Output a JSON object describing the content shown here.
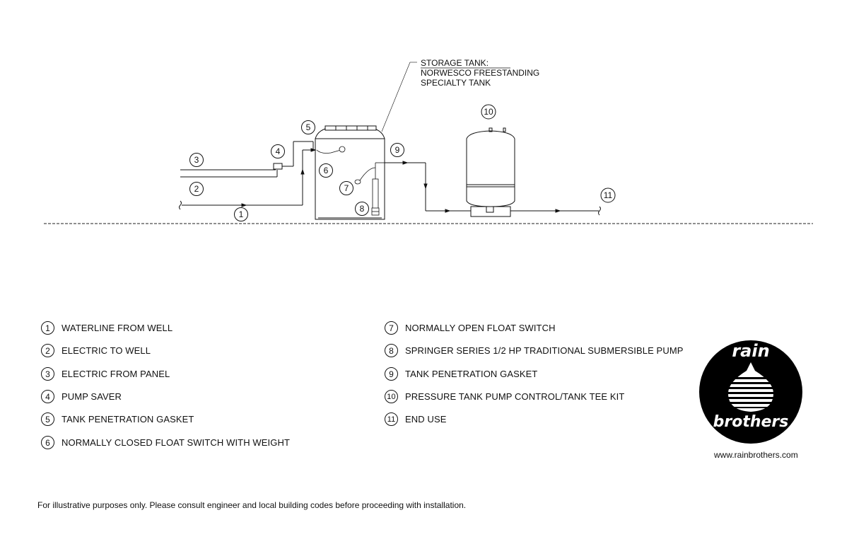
{
  "diagram": {
    "storage_tank_callout": [
      "STORAGE TANK:",
      "NORWESCO FREESTANDING",
      "SPECIALTY TANK"
    ],
    "callout_numbers": [
      "1",
      "2",
      "3",
      "4",
      "5",
      "6",
      "7",
      "8",
      "9",
      "10",
      "11"
    ]
  },
  "legend": {
    "left": [
      {
        "num": "1",
        "text": "WATERLINE FROM WELL"
      },
      {
        "num": "2",
        "text": "ELECTRIC TO WELL"
      },
      {
        "num": "3",
        "text": "ELECTRIC FROM PANEL"
      },
      {
        "num": "4",
        "text": "PUMP SAVER"
      },
      {
        "num": "5",
        "text": "TANK PENETRATION GASKET"
      },
      {
        "num": "6",
        "text": "NORMALLY CLOSED FLOAT SWITCH WITH WEIGHT"
      }
    ],
    "right": [
      {
        "num": "7",
        "text": "NORMALLY OPEN FLOAT SWITCH"
      },
      {
        "num": "8",
        "text": "SPRINGER SERIES 1/2 HP TRADITIONAL SUBMERSIBLE PUMP"
      },
      {
        "num": "9",
        "text": "TANK PENETRATION GASKET"
      },
      {
        "num": "10",
        "text": "PRESSURE TANK PUMP CONTROL/TANK TEE KIT"
      },
      {
        "num": "11",
        "text": "END USE"
      }
    ]
  },
  "logo": {
    "top_text": "rain",
    "bottom_text": "brothers"
  },
  "website": "www.rainbrothers.com",
  "disclaimer": "For illustrative purposes only. Please consult engineer and local building codes before proceeding with installation."
}
